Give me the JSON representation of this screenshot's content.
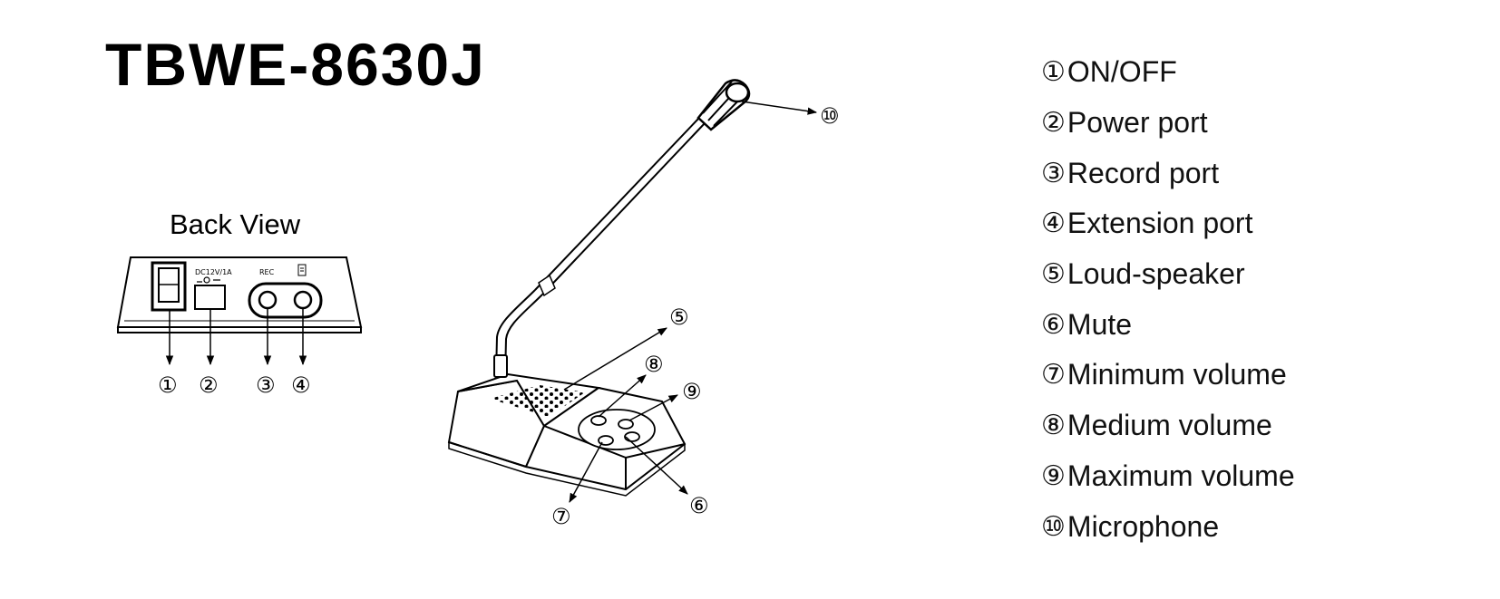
{
  "title": "TBWE-8630J",
  "back_view": {
    "title": "Back View",
    "port_labels": {
      "power": "DC12V/1A",
      "rec": "REC"
    },
    "callouts": [
      "①",
      "②",
      "③",
      "④"
    ]
  },
  "mic_callouts": [
    "⑤",
    "⑥",
    "⑦",
    "⑧",
    "⑨",
    "⑩"
  ],
  "legend": [
    {
      "num": "①",
      "label": "ON/OFF"
    },
    {
      "num": "②",
      "label": "Power port"
    },
    {
      "num": "③",
      "label": "Record port"
    },
    {
      "num": "④",
      "label": "Extension port"
    },
    {
      "num": "⑤",
      "label": "Loud-speaker"
    },
    {
      "num": "⑥",
      "label": "Mute"
    },
    {
      "num": "⑦",
      "label": "Minimum volume"
    },
    {
      "num": "⑧",
      "label": "Medium volume"
    },
    {
      "num": "⑨",
      "label": "Maximum volume"
    },
    {
      "num": "⑩",
      "label": "Microphone"
    }
  ]
}
